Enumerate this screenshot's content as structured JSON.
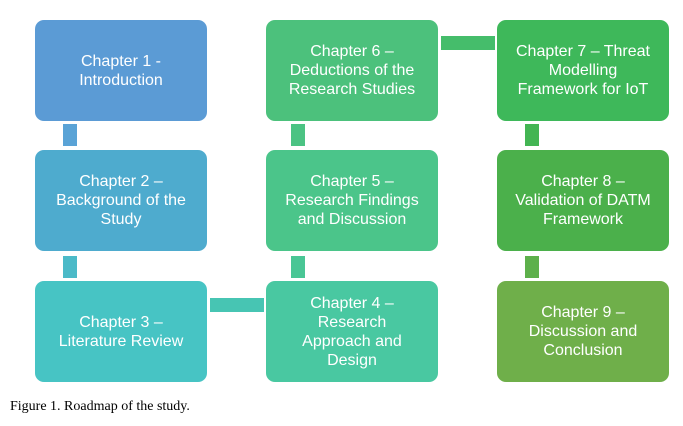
{
  "diagram": {
    "nodes": [
      {
        "id": "ch1",
        "label": "Chapter 1 -\nIntroduction",
        "color": "#5b9bd5"
      },
      {
        "id": "ch2",
        "label": "Chapter 2 –\nBackground of the\nStudy",
        "color": "#4eabce"
      },
      {
        "id": "ch3",
        "label": "Chapter 3 –\nLiterature Review",
        "color": "#47c4c4"
      },
      {
        "id": "ch4",
        "label": "Chapter 4 –\nResearch\nApproach and\nDesign",
        "color": "#49c8a1"
      },
      {
        "id": "ch5",
        "label": "Chapter 5 –\nResearch Findings\nand Discussion",
        "color": "#4bc58a"
      },
      {
        "id": "ch6",
        "label": "Chapter 6 –\nDeductions of the\nResearch Studies",
        "color": "#4cc17c"
      },
      {
        "id": "ch7",
        "label": "Chapter 7 – Threat\nModelling\nFramework for IoT",
        "color": "#3eb85a"
      },
      {
        "id": "ch8",
        "label": "Chapter 8 –\nValidation of DATM\nFramework",
        "color": "#4bb04b"
      },
      {
        "id": "ch9",
        "label": "Chapter 9 –\nDiscussion and\nConclusion",
        "color": "#6faf4a"
      }
    ],
    "edges": [
      {
        "from": "ch1",
        "to": "ch2",
        "color": "#5aa3d6"
      },
      {
        "from": "ch2",
        "to": "ch3",
        "color": "#4bbac8"
      },
      {
        "from": "ch3",
        "to": "ch4",
        "color": "#47c5b3"
      },
      {
        "from": "ch4",
        "to": "ch5",
        "color": "#49c695"
      },
      {
        "from": "ch5",
        "to": "ch6",
        "color": "#4bc383"
      },
      {
        "from": "ch6",
        "to": "ch7",
        "color": "#45bd6b"
      },
      {
        "from": "ch7",
        "to": "ch8",
        "color": "#43b553"
      },
      {
        "from": "ch8",
        "to": "ch9",
        "color": "#5db04b"
      }
    ]
  },
  "caption": "Figure 1. Roadmap of the study."
}
